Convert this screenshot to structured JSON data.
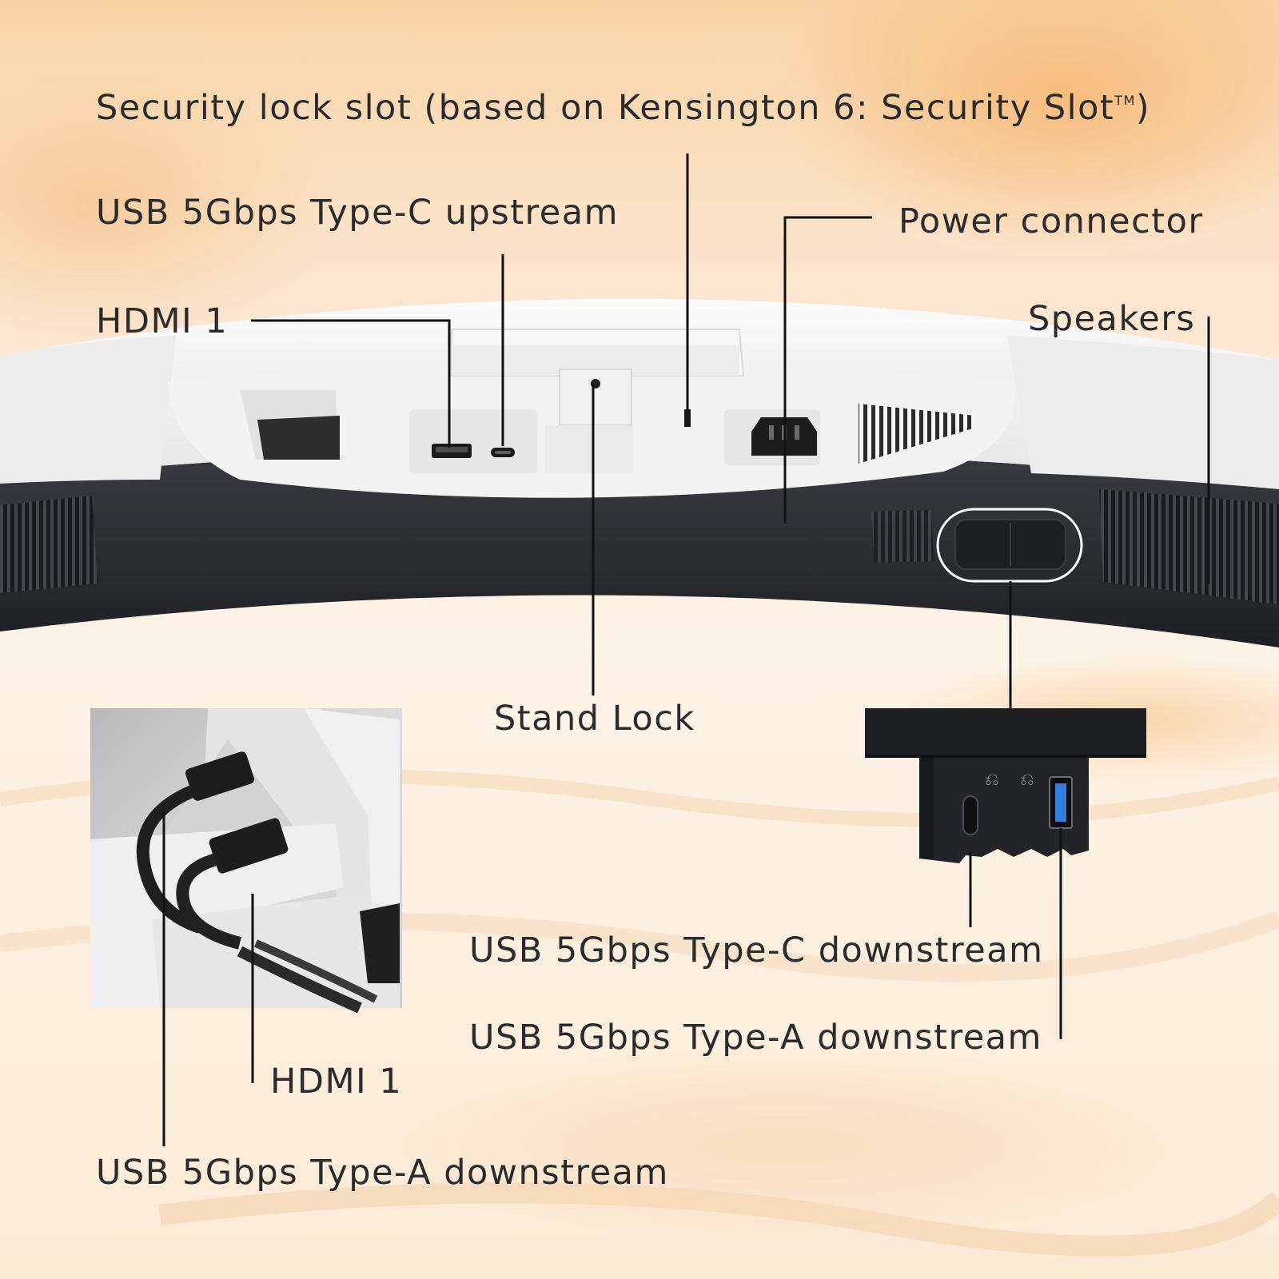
{
  "labels": {
    "security_lock": "Security lock slot (based on Kensington 6: Security Slot",
    "security_lock_tm": "TM",
    "security_lock_close": ")",
    "usb_c_upstream": "USB 5Gbps Type-C upstream",
    "power_connector": "Power connector",
    "hdmi_top": "HDMI 1",
    "speakers": "Speakers",
    "stand_lock": "Stand Lock",
    "usb_c_downstream": "USB 5Gbps Type-C downstream",
    "usb_a_downstream_right": "USB 5Gbps Type-A downstream",
    "hdmi_inset": "HDMI 1",
    "usb_a_downstream_inset": "USB 5Gbps Type-A downstream"
  },
  "colors": {
    "background_warm": "#f6c48e",
    "background_light": "#fdf6ee",
    "monitor_white": "#f1f1f1",
    "monitor_dark": "#2c2d31",
    "leader_line": "#111111",
    "text": "#2b2b2b"
  }
}
